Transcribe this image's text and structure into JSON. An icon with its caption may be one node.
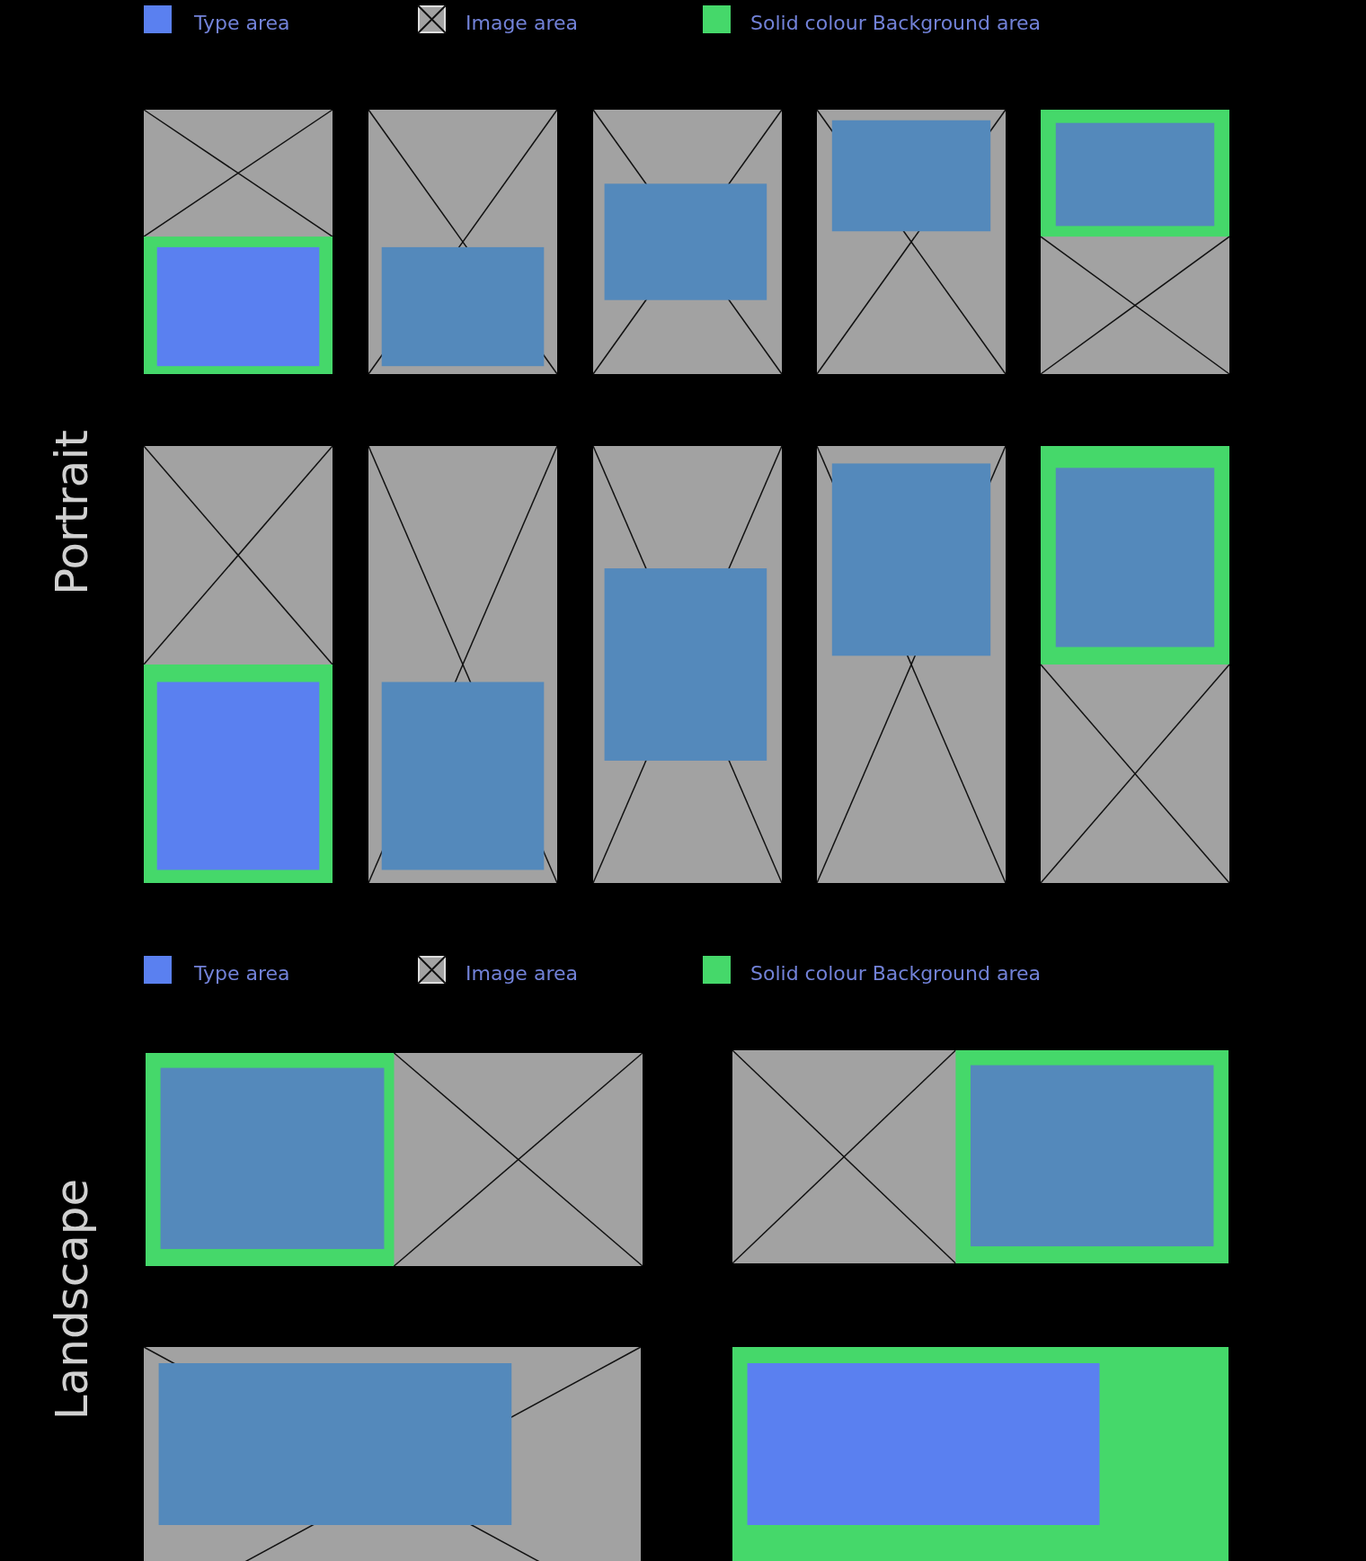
{
  "diagram": {
    "labels": [
      "Portrait",
      "Landscape"
    ],
    "legend": [
      {
        "text": "Type area",
        "color": "#5a80f0"
      },
      {
        "text": "Image area"
      },
      {
        "text": "Solid colour Background area",
        "color": "#45d86a"
      },
      {
        "text": "Type area",
        "color": "#5a80f0"
      },
      {
        "text": "Image area"
      },
      {
        "text": "Solid colour Background area",
        "color": "#45d86a"
      }
    ]
  }
}
